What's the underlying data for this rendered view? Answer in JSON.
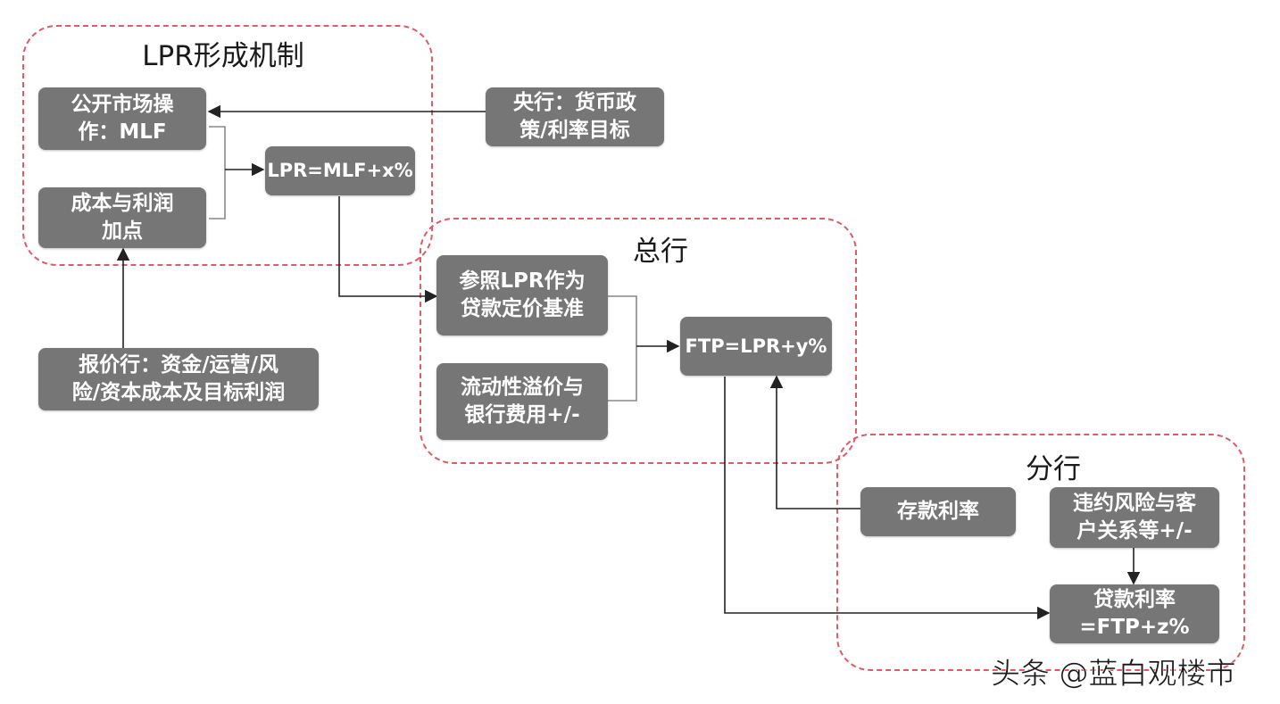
{
  "regions": {
    "lpr": {
      "title": "LPR形成机制"
    },
    "head": {
      "title": "总行"
    },
    "branch": {
      "title": "分行"
    }
  },
  "boxes": {
    "omo": [
      "公开市场操",
      "作：MLF"
    ],
    "cost": [
      "成本与利润",
      "加点"
    ],
    "lpr": [
      "LPR=MLF+x%"
    ],
    "pboc": [
      "央行：货币政",
      "策/利率目标"
    ],
    "quote": [
      "报价行：资金/运营/风",
      "险/资本成本及目标利润"
    ],
    "ref": [
      "参照LPR作为",
      "贷款定价基准"
    ],
    "liq": [
      "流动性溢价与",
      "银行费用+/-"
    ],
    "ftp": [
      "FTP=LPR+y%"
    ],
    "deposit": [
      "存款利率"
    ],
    "risk": [
      "违约风险与客",
      "户关系等+/-"
    ],
    "loan": [
      "贷款利率",
      "=FTP+z%"
    ]
  },
  "watermark": "头条 @蓝白观楼市",
  "colors": {
    "box": "#767676",
    "dash": "#e05a68",
    "line": "#222222"
  }
}
